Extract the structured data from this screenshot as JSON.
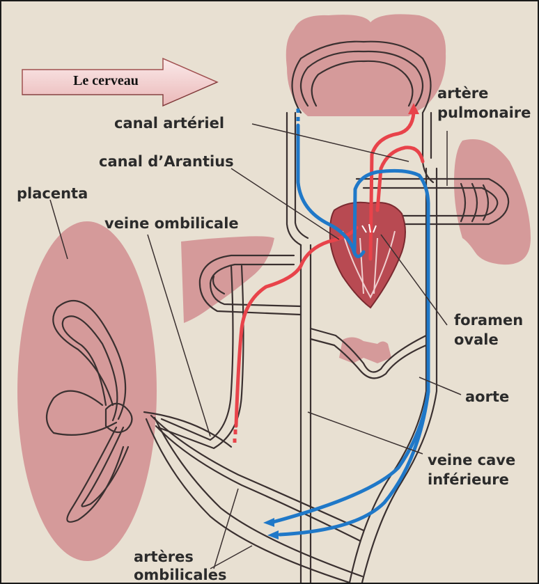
{
  "banner": {
    "label": "Le cerveau"
  },
  "labels": {
    "arterial_canal": "canal artériel",
    "pulmonary_artery_line1": "artère",
    "pulmonary_artery_line2": "pulmonaire",
    "arantius_canal": "canal d’Arantius",
    "placenta": "placenta",
    "umbilical_vein": "veine ombilicale",
    "foramen_line1": "foramen",
    "foramen_line2": "ovale",
    "aorta": "aorte",
    "vena_cava_line1": "veine cave",
    "vena_cava_line2": "inférieure",
    "umbilical_arteries_line1": "artères",
    "umbilical_arteries_line2": "ombilicales"
  },
  "colors": {
    "background": "#e8e0d2",
    "organ": "#d59a9a",
    "heart": "#b84a52",
    "oxygenated": "#e8434a",
    "deoxygenated": "#1f78c8",
    "vessel_outline": "#3a3030"
  }
}
